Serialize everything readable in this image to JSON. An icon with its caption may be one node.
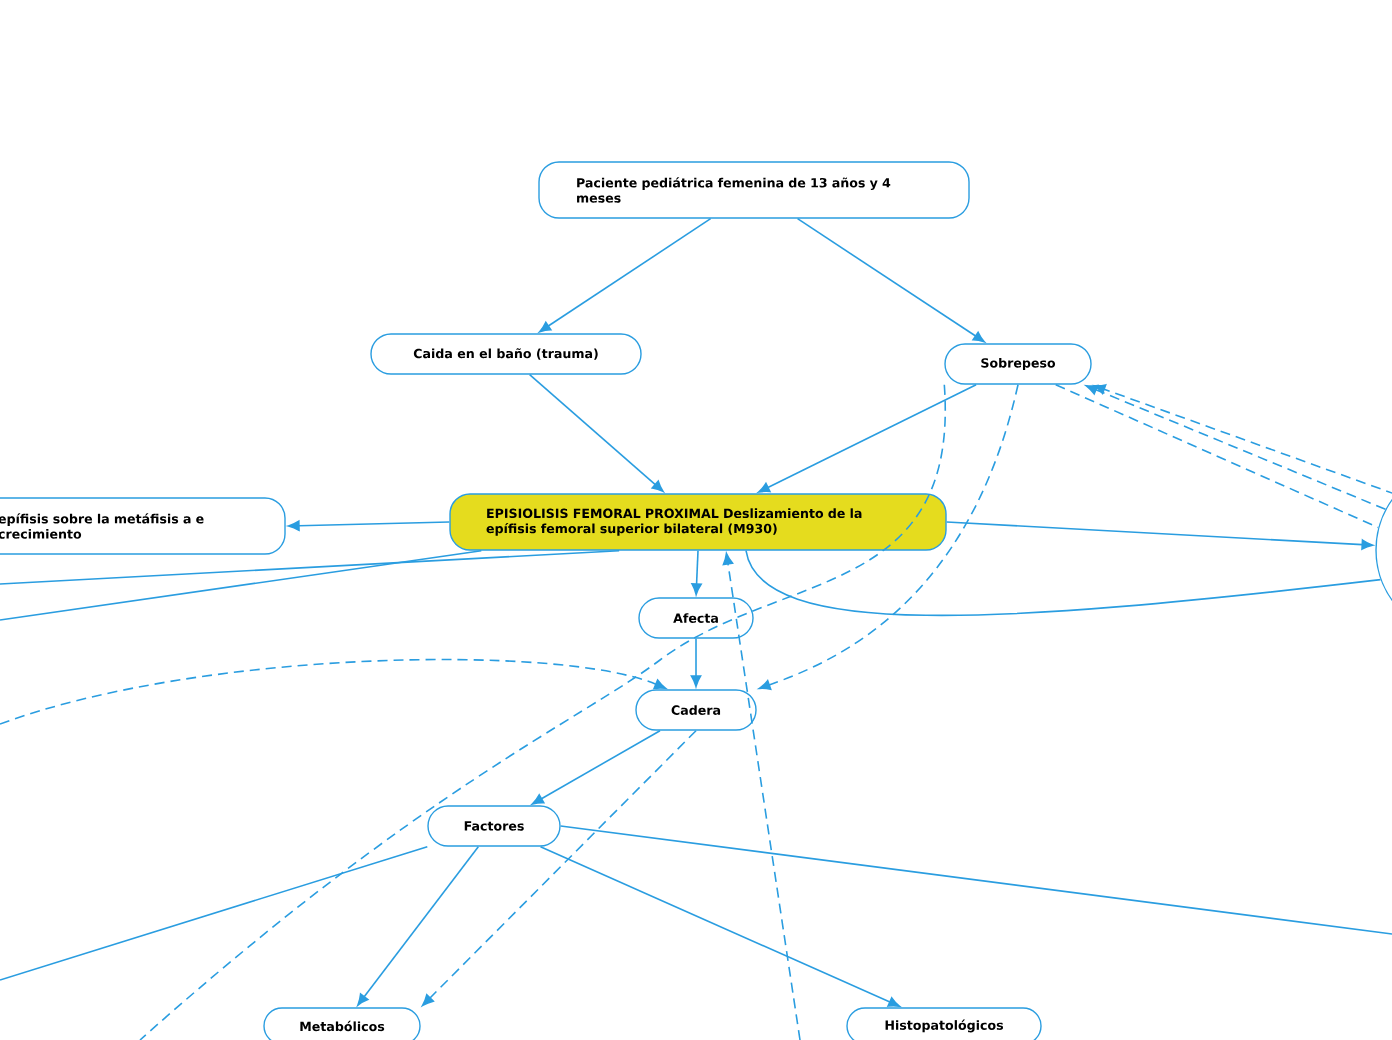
{
  "diagram": {
    "nodes": [
      {
        "text": [
          "Paciente pediátrica femenina de 13 años y 4 meses"
        ]
      },
      {
        "text": [
          "Caida en el baño (trauma)"
        ]
      },
      {
        "text": [
          "Sobrepeso"
        ]
      },
      {
        "text": [
          "EPISIOLISIS FEMORAL PROXIMAL Deslizamiento de la epífisis femoral superior bilateral (M930)"
        ]
      },
      {
        "text": [
          "epífisis sobre la metáfisis a e crecimiento"
        ]
      },
      {
        "text": [],
        "shape": "circle"
      },
      {
        "text": [
          "Afecta"
        ]
      },
      {
        "text": [
          "Cadera"
        ]
      },
      {
        "text": [
          "Factores"
        ]
      },
      {
        "text": [
          "Metabólicos"
        ]
      },
      {
        "text": [
          "Histopatológicos"
        ]
      }
    ],
    "edges": [
      {
        "from": 0,
        "to": 1,
        "arrow": "to"
      },
      {
        "from": 0,
        "to": 2,
        "arrow": "to"
      },
      {
        "from": 1,
        "to": 3,
        "arrow": "to"
      },
      {
        "from": 2,
        "to": 3,
        "arrow": "to"
      },
      {
        "from": 3,
        "to": 4,
        "arrow": "to"
      },
      {
        "from": 3,
        "to": 5,
        "arrow": "to"
      },
      {
        "from": 3,
        "to": 6,
        "arrow": "to"
      },
      {
        "from": 6,
        "to": 7,
        "arrow": "to"
      },
      {
        "from": 7,
        "to": 8,
        "arrow": "to"
      },
      {
        "from": 8,
        "to": 9,
        "arrow": "to"
      },
      {
        "from": 8,
        "to": 10,
        "arrow": "to"
      },
      {
        "from": 2,
        "to": 7,
        "arrow": "to",
        "style": "dashed"
      },
      {
        "from": 7,
        "to": 9,
        "arrow": "to",
        "style": "dashed"
      },
      {
        "from": 2,
        "to": null,
        "arrow": "none",
        "style": "dashed"
      },
      {
        "from": null,
        "to": 7,
        "arrow": "to",
        "style": "dashed"
      },
      {
        "from": null,
        "to": 3,
        "arrow": "to",
        "style": "dashed"
      },
      {
        "from": 5,
        "to": 2,
        "arrow": "to",
        "style": "dashed"
      },
      {
        "from": 5,
        "to": 2,
        "arrow": "to",
        "style": "dashed"
      },
      {
        "from": 2,
        "to": 5,
        "arrow": "none",
        "style": "dashed"
      },
      {
        "from": 3,
        "to": null,
        "arrow": "none"
      },
      {
        "from": 3,
        "to": null,
        "arrow": "none"
      },
      {
        "from": 3,
        "to": 5,
        "arrow": "none"
      },
      {
        "from": 8,
        "to": null,
        "arrow": "none"
      },
      {
        "from": 8,
        "to": null,
        "arrow": "none"
      }
    ]
  }
}
